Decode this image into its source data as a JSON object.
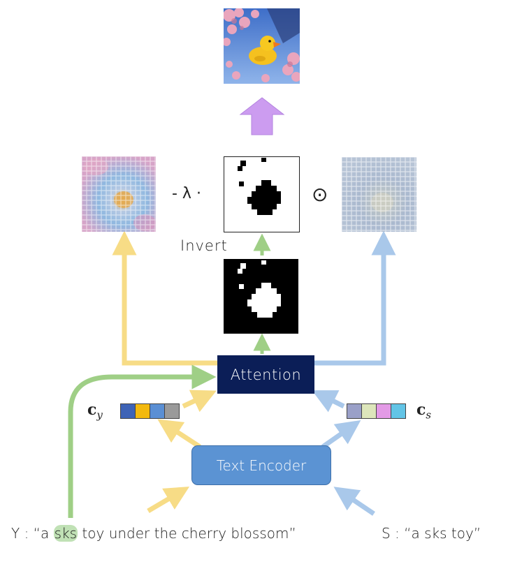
{
  "boxes": {
    "attention": "Attention",
    "text_encoder": "Text Encoder"
  },
  "labels": {
    "invert": "Invert",
    "minus_lambda": "- λ ·",
    "hadamard": "⊙",
    "c_y_main": "c",
    "c_y_sub": "y",
    "c_s_main": "c",
    "c_s_sub": "s"
  },
  "prompts": {
    "y_prefix": "Y : “a ",
    "y_highlight": "sks",
    "y_suffix": " toy under the cherry blossom”",
    "s_text": "S : “a sks toy”"
  },
  "vectors": {
    "c_y_colors": [
      "#3e63b6",
      "#f3b90e",
      "#5a8fd4",
      "#9a9a9a"
    ],
    "c_s_colors": [
      "#9aa0c8",
      "#dde6bb",
      "#e39ae6",
      "#62c4e6"
    ]
  },
  "colors": {
    "yellow_arrow": "#f7dc86",
    "blue_arrow": "#a9c8ea",
    "green_arrow": "#9fcf86",
    "purple_arrow": "#cc9cf0",
    "attention_bg": "#0b1e57",
    "encoder_bg": "#5b93d3"
  },
  "icons": {
    "output_image": "rubber-duck-cherry-blossom-image",
    "left_attention_map": "yellow-attention-heatmap",
    "right_attention_map": "blue-attention-heatmap",
    "inverted_mask": "inverted-binary-mask",
    "binary_mask": "binary-mask"
  }
}
